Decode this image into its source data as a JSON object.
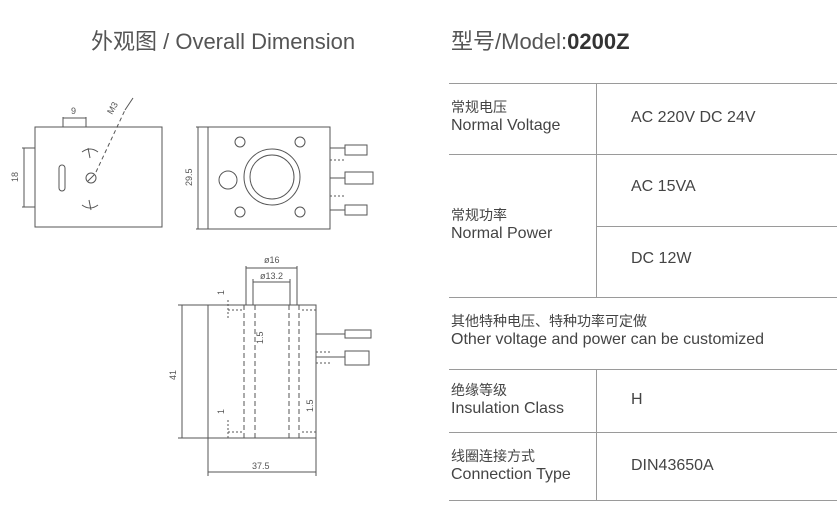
{
  "header": {
    "left_title": "外观图 / Overall Dimension",
    "right_prefix": "型号/Model:",
    "model": "0200Z"
  },
  "drawing": {
    "top_view_width": "9",
    "top_view_height": "18",
    "thread": "M3",
    "front_view_height": "29.5",
    "outer_diameter": "ø16",
    "inner_diameter": "ø13.2",
    "side_height": "41",
    "side_width": "37.5",
    "dim_1_top": "1",
    "dim_1_5_top": "1.5",
    "dim_1_bottom": "1",
    "dim_1_5_bottom": "1.5"
  },
  "specs": {
    "voltage": {
      "label_zh": "常规电压",
      "label_en": "Normal Voltage",
      "value": "AC 220V   DC 24V"
    },
    "power": {
      "label_zh": "常规功率",
      "label_en": "Normal Power",
      "value_ac": "AC 15VA",
      "value_dc": "DC 12W"
    },
    "custom": {
      "label_zh": "其他特种电压、特种功率可定做",
      "label_en": "Other voltage and power can be customized"
    },
    "insulation": {
      "label_zh": "绝缘等级",
      "label_en": "Insulation Class",
      "value": "H"
    },
    "connection": {
      "label_zh": "线圈连接方式",
      "label_en": "Connection Type",
      "value": "DIN43650A"
    }
  }
}
